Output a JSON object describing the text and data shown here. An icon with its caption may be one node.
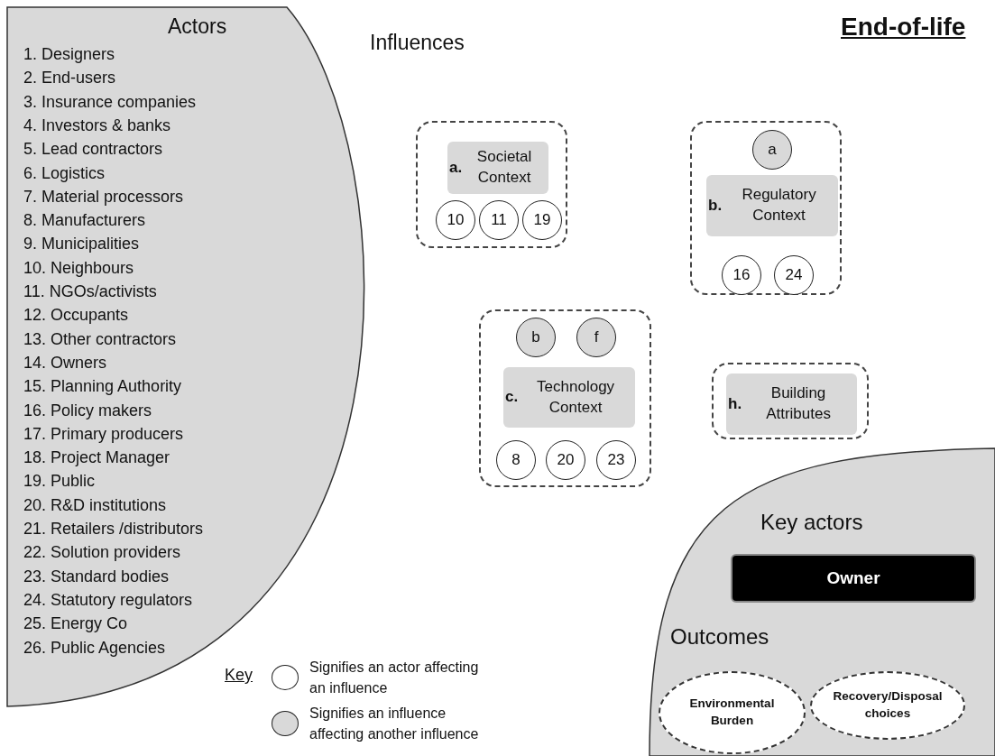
{
  "diagram": {
    "title": "End-of-life",
    "nodes": [
      {
        "text": [
          "Actors",
          "1. Designers",
          "2. End-users",
          "3. Insurance companies",
          "4. Investors & banks",
          "5. Lead contractors",
          "6. Logistics",
          "7. Material processors",
          "8. Manufacturers",
          "9. Municipalities",
          "10. Neighbours",
          "11. NGOs/activists",
          "12. Occupants",
          "13. Other contractors",
          "14. Owners",
          "15. Planning Authority",
          "16. Policy makers",
          "17. Primary producers",
          "18. Project Manager",
          "19. Public",
          "20. R&D institutions",
          "21. Retailers /distributors",
          "22. Solution providers",
          "23. Standard bodies",
          "24. Statutory regulators",
          "25. Energy Co",
          "26. Public Agencies"
        ]
      },
      {
        "text": [],
        "shape": "box"
      },
      {
        "text": [
          "**a.** Societal Context"
        ],
        "in": 1
      },
      {
        "text": [
          "10"
        ],
        "in": 1
      },
      {
        "text": [
          "11"
        ],
        "in": 1
      },
      {
        "text": [
          "19"
        ],
        "in": 1
      },
      {
        "text": [],
        "shape": "box"
      },
      {
        "text": [
          "a"
        ],
        "in": 6
      },
      {
        "text": [
          "**b.** Regulatory Context"
        ],
        "in": 6
      },
      {
        "text": [
          "16"
        ],
        "in": 6
      },
      {
        "text": [
          "24"
        ],
        "in": 6
      },
      {
        "text": [],
        "shape": "box"
      },
      {
        "text": [
          "b"
        ],
        "in": 11
      },
      {
        "text": [
          "f"
        ],
        "in": 11
      },
      {
        "text": [
          "**c.** Technology Context"
        ],
        "in": 11
      },
      {
        "text": [
          "8"
        ],
        "in": 11
      },
      {
        "text": [
          "20"
        ],
        "in": 11
      },
      {
        "text": [
          "23"
        ],
        "in": 11
      },
      {
        "text": [],
        "shape": "box"
      },
      {
        "text": [
          "**h.** Building Attributes"
        ],
        "in": 18
      },
      {
        "text": [
          "Key actors",
          "Outcomes"
        ]
      },
      {
        "text": [
          "Owner"
        ],
        "in": 20
      },
      {
        "text": [
          "Environmental Burden"
        ],
        "in": 20
      },
      {
        "text": [
          "Recovery/Disposal choices"
        ],
        "in": 20
      }
    ],
    "labels": [
      "Influences",
      "Key"
    ],
    "legend": [
      {
        "text": "Signifies an actor affecting an influence",
        "color": "#ffffff"
      },
      {
        "text": "Signifies an influence affecting another influence",
        "color": "#d9d9d9"
      }
    ]
  }
}
